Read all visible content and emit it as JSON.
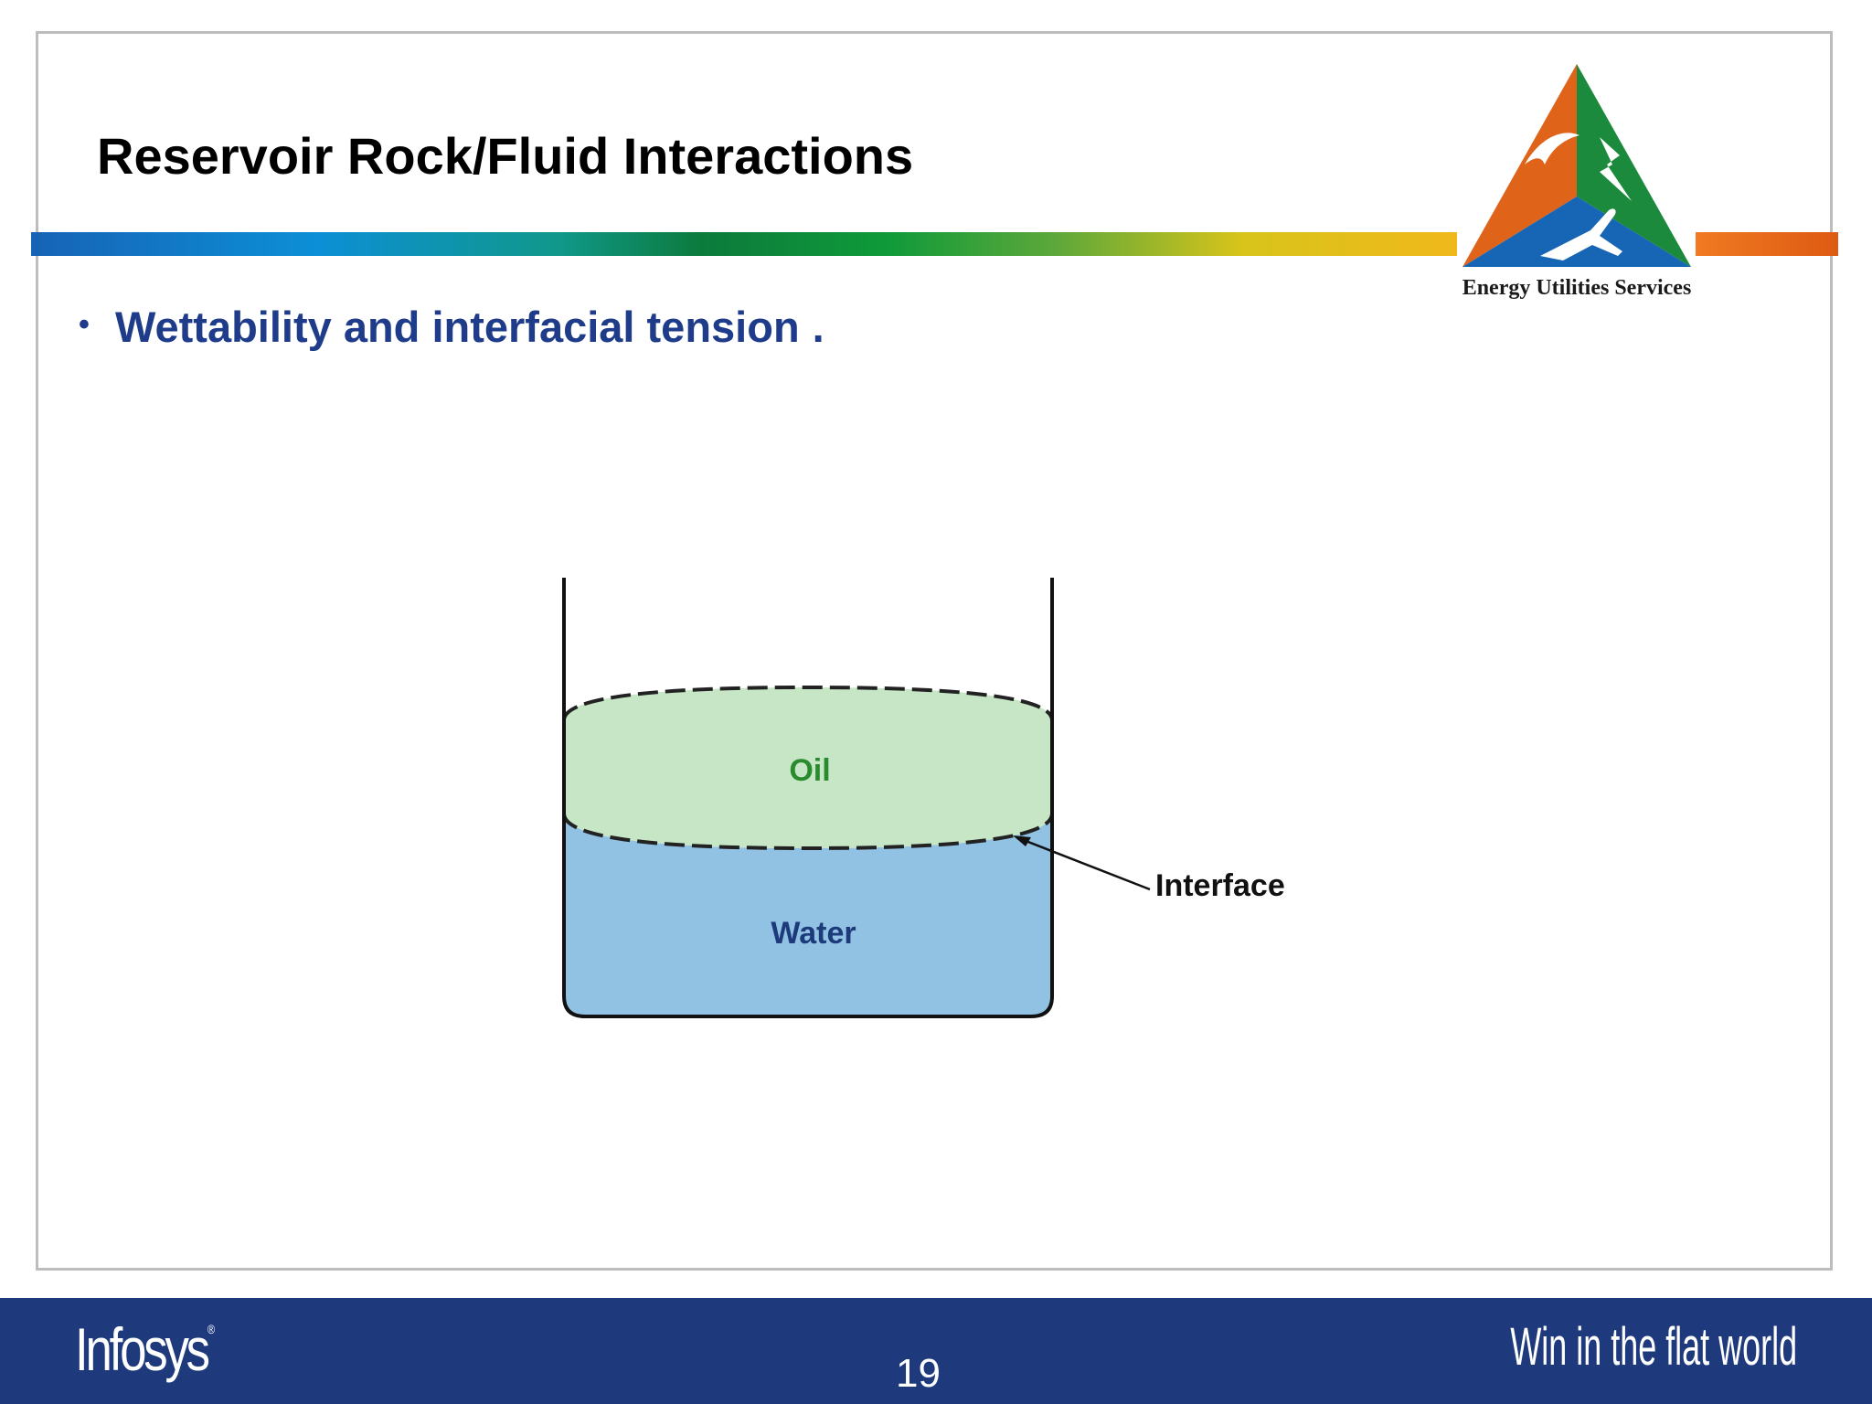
{
  "slide": {
    "title": "Reservoir Rock/Fluid Interactions",
    "bullet": {
      "marker": "•",
      "text": "Wettability and interfacial tension",
      "trailing": "."
    }
  },
  "logo": {
    "caption": "Energy Utilities Services",
    "colors": {
      "left": "#e0631a",
      "right": "#1b8a3c",
      "bottom": "#1666b5"
    }
  },
  "diagram": {
    "labels": {
      "oil": "Oil",
      "water": "Water",
      "interface": "Interface"
    },
    "colors": {
      "oil": "#c7e6c5",
      "water": "#91c2e4",
      "oil_text": "#2a8a2e",
      "water_text": "#1d3a7a"
    }
  },
  "footer": {
    "brand": "Infosys",
    "brand_mark": "®",
    "page_number": "19",
    "tagline": "Win in the flat world",
    "background": "#1e3a7c"
  }
}
